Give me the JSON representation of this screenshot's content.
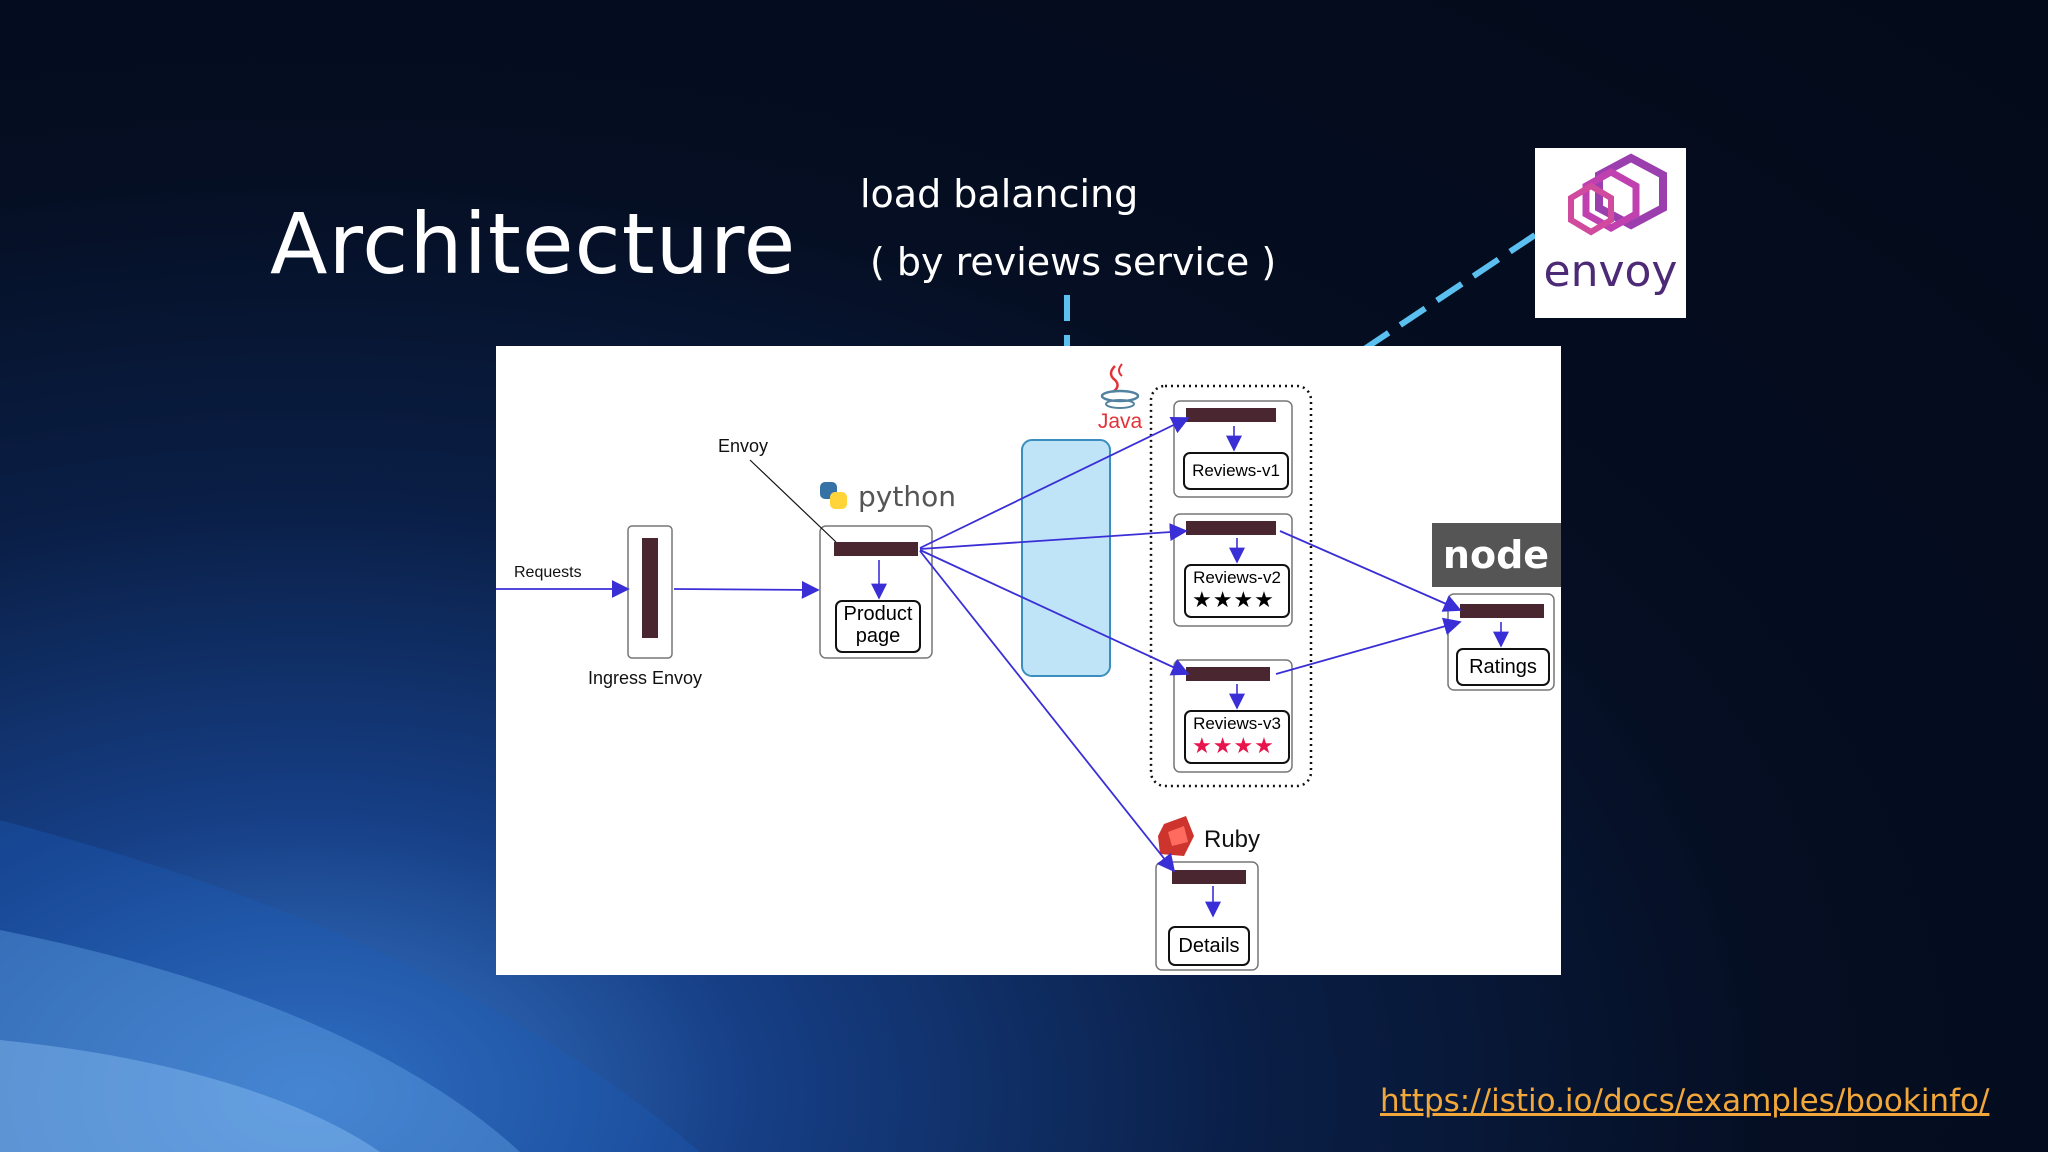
{
  "slide": {
    "title": "Architecture",
    "annotation_line1": "load balancing",
    "annotation_line2": "( by reviews service )",
    "source_link": "https://istio.io/docs/examples/bookinfo/",
    "accent_color": "#5bc0f0",
    "link_color": "#f2a73a"
  },
  "envoy_logo": {
    "text": "envoy",
    "color": "#9b3fae"
  },
  "diagram": {
    "labels": {
      "requests": "Requests",
      "ingress_envoy": "Ingress Envoy",
      "envoy": "Envoy"
    },
    "logos": {
      "python": "python",
      "java": "Java",
      "ruby": "Ruby",
      "node": "node"
    },
    "services": {
      "productpage_line1": "Product",
      "productpage_line2": "page",
      "reviews_v1": "Reviews-v1",
      "reviews_v2": "Reviews-v2",
      "reviews_v3": "Reviews-v3",
      "ratings": "Ratings",
      "details": "Details"
    },
    "stars": {
      "v2": "★★★★",
      "v3": "★★★★",
      "v2_color": "#000000",
      "v3_color": "#e8144c"
    },
    "colors": {
      "arrow": "#3a2fd6",
      "sidecar": "#4a2630",
      "load_balancer": "#bfe4f8"
    }
  }
}
